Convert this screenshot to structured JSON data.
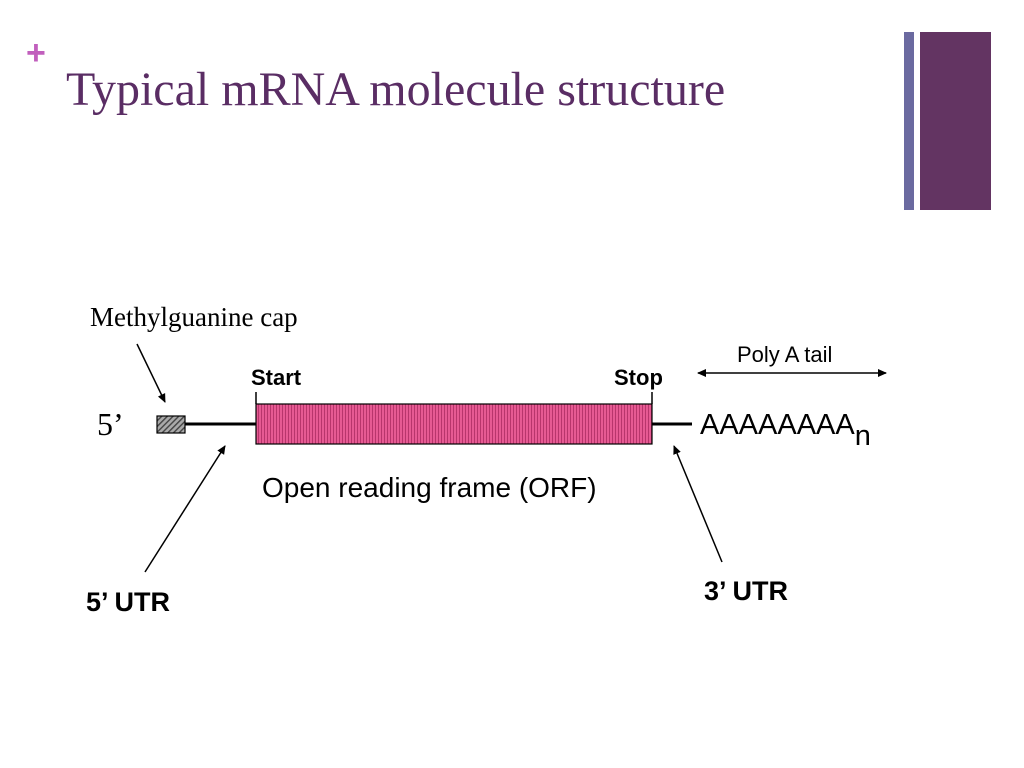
{
  "slide": {
    "plus": "+",
    "title": "Typical mRNA molecule structure"
  },
  "colors": {
    "plus": "#c15fbd",
    "title": "#5a2d64",
    "deco_thin": "#6b6aa0",
    "deco_thick": "#633462",
    "orf_fill": "#e65a93",
    "orf_stripe": "#b8356c",
    "cap_fill": "#aaaaaa",
    "line": "#000000"
  },
  "diagram": {
    "cap_label": "Methylguanine cap",
    "five_prime": "5’",
    "start_label": "Start",
    "stop_label": "Stop",
    "poly_a_label": "Poly A tail",
    "poly_a_seq": "AAAAAAAA",
    "poly_a_subscript": "n",
    "orf_label": "Open reading frame (ORF)",
    "utr5_label": "5’ UTR",
    "utr3_label": "3’ UTR"
  }
}
